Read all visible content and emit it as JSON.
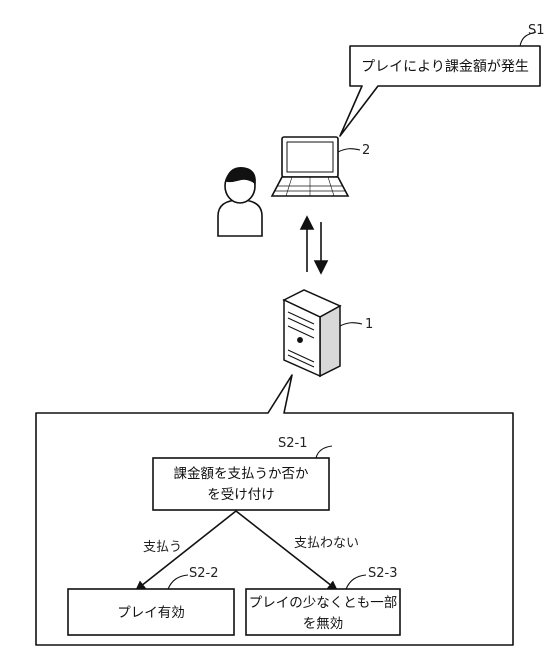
{
  "callout": {
    "ref": "S1",
    "text": "プレイにより課金額が発生"
  },
  "laptop": {
    "ref": "2",
    "icon": "laptop-icon"
  },
  "user": {
    "icon": "user-icon"
  },
  "server": {
    "ref": "1",
    "icon": "server-icon"
  },
  "communication": {
    "icon": "bidirectional-arrows-icon"
  },
  "process": {
    "accept": {
      "ref": "S2-1",
      "lines": [
        "課金額を支払うか否か",
        "を受け付け"
      ]
    },
    "pay_label": "支払う",
    "no_pay_label": "支払わない",
    "valid": {
      "ref": "S2-2",
      "text": "プレイ有効"
    },
    "invalid": {
      "ref": "S2-3",
      "lines": [
        "プレイの少なくとも一部",
        "を無効"
      ]
    }
  }
}
